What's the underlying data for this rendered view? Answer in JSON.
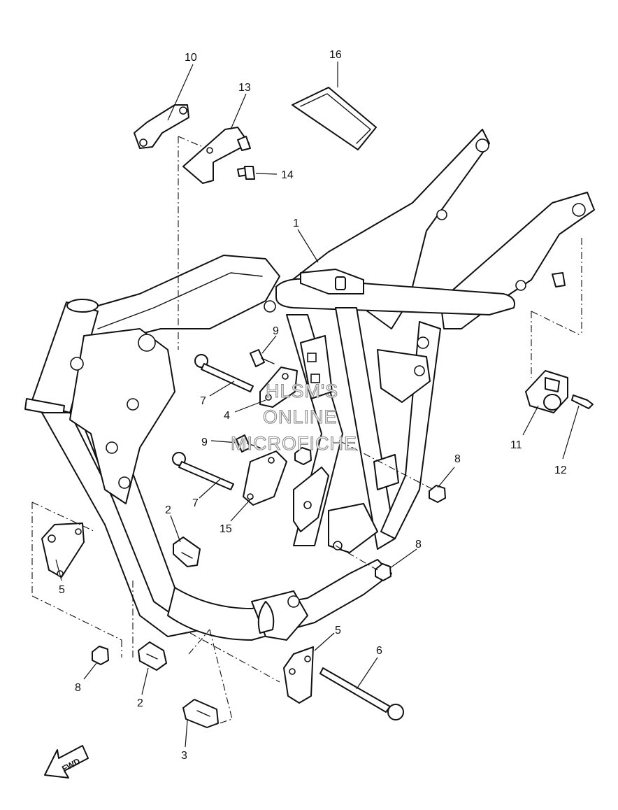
{
  "watermark": {
    "line1": "HLSM'S",
    "line2": "ONLINE",
    "line3": "MICROFICHE"
  },
  "forward_label": "FWD",
  "callouts": [
    {
      "id": "c1",
      "label": "1"
    },
    {
      "id": "c2a",
      "label": "2"
    },
    {
      "id": "c2b",
      "label": "2"
    },
    {
      "id": "c3",
      "label": "3"
    },
    {
      "id": "c4",
      "label": "4"
    },
    {
      "id": "c5a",
      "label": "5"
    },
    {
      "id": "c5b",
      "label": "5"
    },
    {
      "id": "c6",
      "label": "6"
    },
    {
      "id": "c7a",
      "label": "7"
    },
    {
      "id": "c7b",
      "label": "7"
    },
    {
      "id": "c8a",
      "label": "8"
    },
    {
      "id": "c8b",
      "label": "8"
    },
    {
      "id": "c8c",
      "label": "8"
    },
    {
      "id": "c9a",
      "label": "9"
    },
    {
      "id": "c9b",
      "label": "9"
    },
    {
      "id": "c10",
      "label": "10"
    },
    {
      "id": "c11",
      "label": "11"
    },
    {
      "id": "c12",
      "label": "12"
    },
    {
      "id": "c13",
      "label": "13"
    },
    {
      "id": "c14",
      "label": "14"
    },
    {
      "id": "c15",
      "label": "15"
    },
    {
      "id": "c16",
      "label": "16"
    }
  ]
}
